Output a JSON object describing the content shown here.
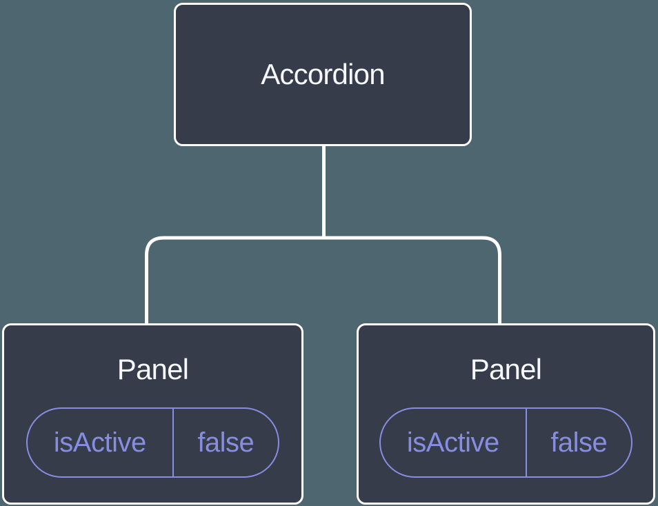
{
  "diagram": {
    "root": {
      "label": "Accordion"
    },
    "panels": [
      {
        "label": "Panel",
        "state": {
          "key": "isActive",
          "value": "false"
        }
      },
      {
        "label": "Panel",
        "state": {
          "key": "isActive",
          "value": "false"
        }
      }
    ]
  },
  "colors": {
    "background": "#4D6670",
    "node_fill": "#363C49",
    "node_border": "#FFFFFF",
    "label_text": "#F5F7FA",
    "state_accent": "#878EE2",
    "connector": "#FFFFFF"
  }
}
